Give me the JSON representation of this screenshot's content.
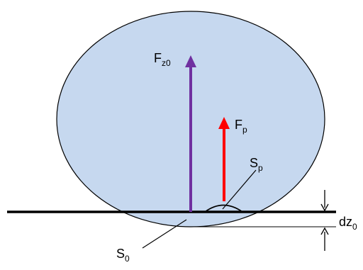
{
  "colors": {
    "drop_fill": "#c6d8ef",
    "drop_stroke": "#000000",
    "force_z0": "#7030a0",
    "force_p": "#ff0000",
    "lines": "#000000"
  },
  "labels": {
    "f_z0": {
      "main": "F",
      "sub": "z0"
    },
    "f_p": {
      "main": "F",
      "sub": "p"
    },
    "s_p": {
      "main": "S",
      "sub": "p"
    },
    "s_0": {
      "main": "S",
      "sub": "0"
    },
    "dz_0": {
      "main": "dz",
      "sub": "0"
    }
  }
}
